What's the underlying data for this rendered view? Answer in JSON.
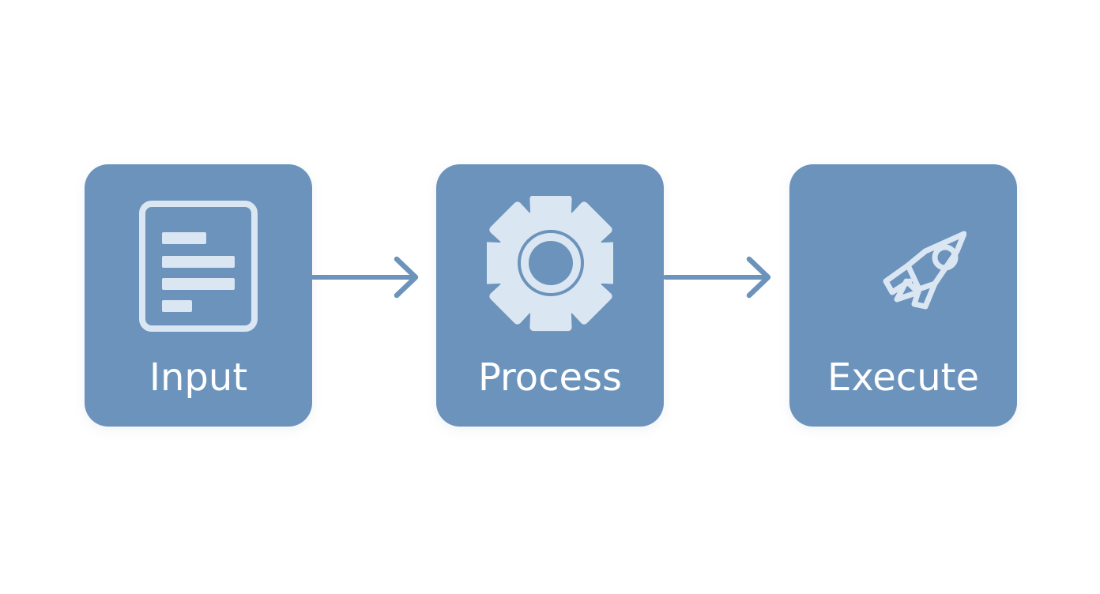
{
  "colors": {
    "background": "#ffffff",
    "box": "#6b93bb",
    "icon": "#dbe6f3",
    "label": "#ffffff",
    "arrow": "#6b93bb"
  },
  "steps": [
    {
      "label": "Input",
      "icon": "document-lines-icon"
    },
    {
      "label": "Process",
      "icon": "gear-icon"
    },
    {
      "label": "Execute",
      "icon": "rocket-icon"
    }
  ],
  "connectors": [
    {
      "from": "Input",
      "to": "Process"
    },
    {
      "from": "Process",
      "to": "Execute"
    }
  ]
}
